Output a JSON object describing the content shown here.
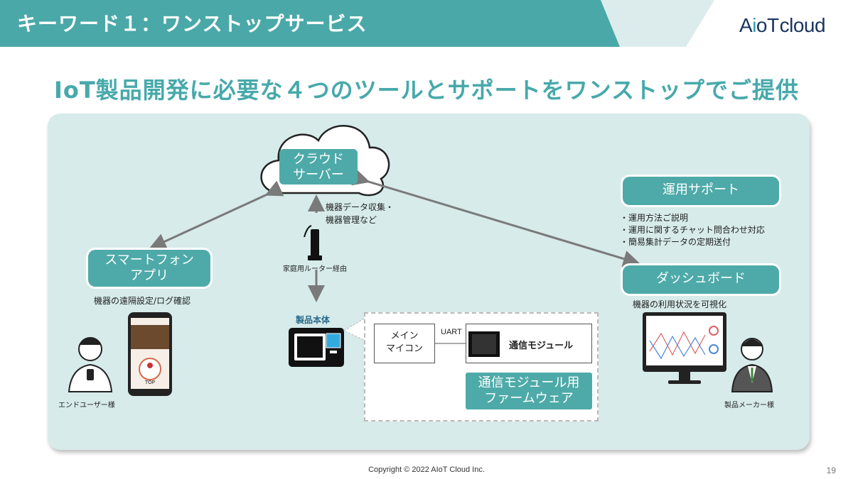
{
  "header": {
    "title": "キーワード１：ワンストップサービス",
    "logo_a": "A",
    "logo_i": "i",
    "logo_o": "o",
    "logo_t": "T",
    "logo_cloud": "cloud"
  },
  "headline": "IoT製品開発に必要な４つのツールとサポートをワンストップでご提供",
  "cloud": {
    "line1": "クラウド",
    "line2": "サーバー"
  },
  "cloud_link_label_1": "機器データ収集・",
  "cloud_link_label_2": "機器管理など",
  "router_label": "家庭用ルーター経由",
  "smartphone": {
    "line1": "スマートフォン",
    "line2": "アプリ",
    "caption": "機器の遠隔設定/ログ確認"
  },
  "end_user_label": "エンドユーザー様",
  "operation_support": {
    "title": "運用サポート",
    "items": [
      "・運用方法ご説明",
      "・運用に関するチャット問合わせ対応",
      "・簡易集計データの定期送付"
    ]
  },
  "dashboard": {
    "title": "ダッシュボード",
    "caption": "機器の利用状況を可視化"
  },
  "maker_label": "製品メーカー様",
  "product_label": "製品本体",
  "mcu": {
    "line1": "メイン",
    "line2": "マイコン"
  },
  "uart": "UART",
  "module_label": "通信モジュール",
  "firmware": {
    "line1": "通信モジュール用",
    "line2": "ファームウェア"
  },
  "phone_screen_text": "TOP",
  "footer": "Copyright © 2022 AIoT Cloud Inc.",
  "page_number": "19",
  "colors": {
    "teal": "#4eaaa8",
    "header_teal": "#4aa8a8",
    "headline": "#47a9ab",
    "panel": "#d6ebea",
    "arrow": "#7a7a7a"
  }
}
